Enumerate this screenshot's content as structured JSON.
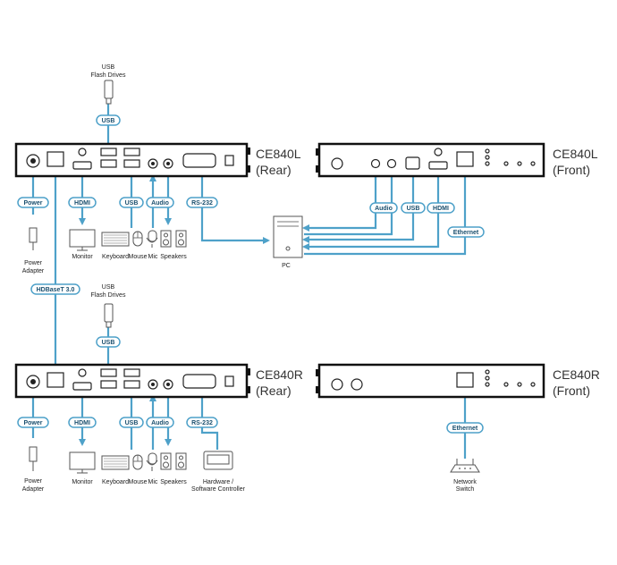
{
  "labels": {
    "usb_flash_top": [
      "USB",
      "Flash Drives"
    ],
    "usb_flash_bottom": [
      "USB",
      "Flash Drives"
    ],
    "power_adapter_top": [
      "Power",
      "Adapter"
    ],
    "power_adapter_bottom": [
      "Power",
      "Adapter"
    ],
    "monitor": "Monitor",
    "keyboard": "Keyboard",
    "mouse": "Mouse",
    "mic": "Mic",
    "speakers": "Speakers",
    "pc": "PC",
    "hardware_controller": [
      "Hardware /",
      "Software Controller"
    ],
    "network_switch": [
      "Network",
      "Switch"
    ]
  },
  "devices": {
    "l_rear": [
      "CE840L",
      "(Rear)"
    ],
    "l_front": [
      "CE840L",
      "(Front)"
    ],
    "r_rear": [
      "CE840R",
      "(Rear)"
    ],
    "r_front": [
      "CE840R",
      "(Front)"
    ]
  },
  "pills": {
    "usb": "USB",
    "power": "Power",
    "hdmi": "HDMI",
    "audio": "Audio",
    "rs232": "RS-232",
    "ethernet": "Ethernet",
    "hdbaset": "HDBaseT 3.0"
  },
  "colors": {
    "wire": "#4ea1c9",
    "pill_border": "#4ea1c9",
    "device": "#111111"
  }
}
